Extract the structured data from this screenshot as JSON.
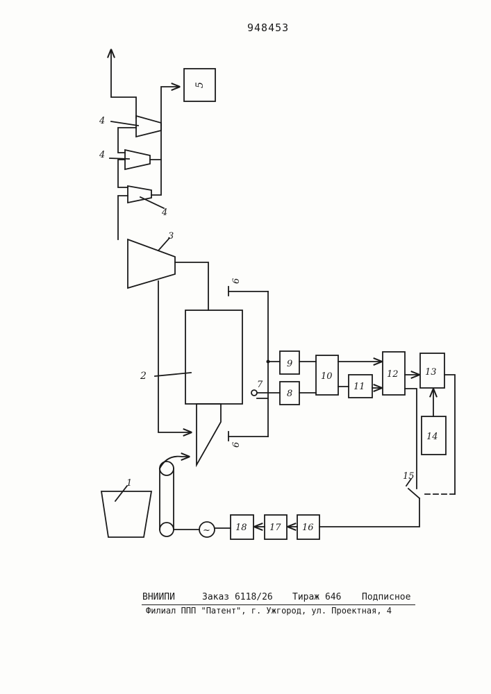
{
  "document": {
    "number": "948453",
    "imprint": {
      "org": "ВНИИПИ",
      "order": "Заказ 6118/26",
      "print_run": "Тираж 646",
      "subscription": "Подписное",
      "branch": "Филиал ППП \"Патент\", г. Ужгород, ул. Проектная, 4"
    }
  },
  "diagram": {
    "element_labels": {
      "e1": "1",
      "e2": "2",
      "e3": "3",
      "e4a": "4",
      "e4b": "4",
      "e4c": "4",
      "e5": "5",
      "e6a": "6",
      "e6b": "6",
      "e7": "7",
      "e8": "8",
      "e9": "9",
      "e10": "10",
      "e11": "11",
      "e12": "12",
      "e13": "13",
      "e14": "14",
      "e15": "15",
      "e16": "16",
      "e17": "17",
      "e18": "18"
    }
  }
}
